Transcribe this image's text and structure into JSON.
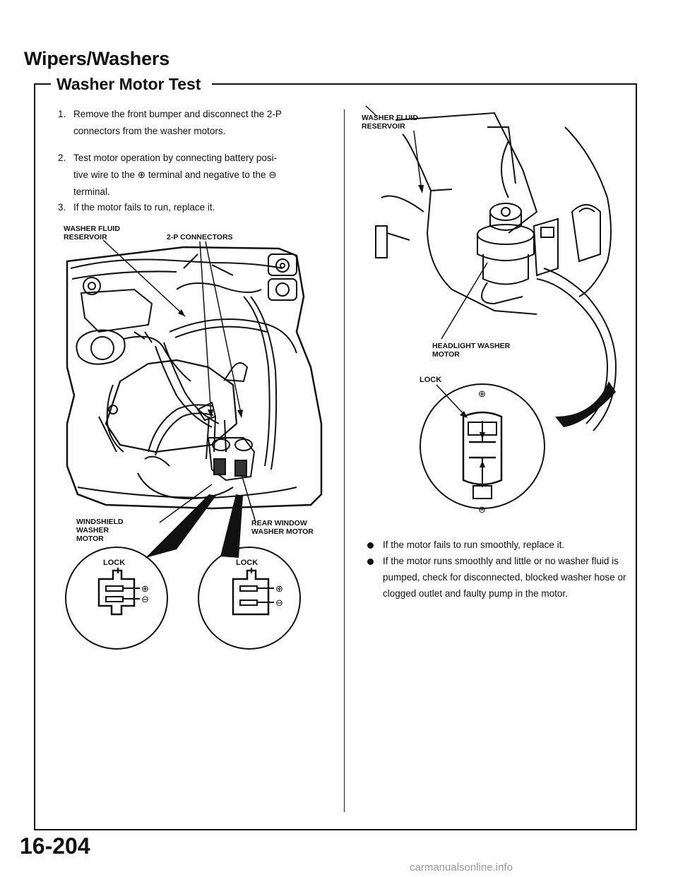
{
  "header": {
    "section_title": "Wipers/Washers",
    "subsection_title": "Washer Motor Test"
  },
  "steps": [
    {
      "num": "1.",
      "lines": [
        "Remove the front bumper and disconnect the 2-P",
        "connectors from the washer motors."
      ]
    },
    {
      "num": "2.",
      "lines": [
        "Test motor operation by connecting battery posi-",
        "tive wire to the ⊕ terminal and negative to the ⊖",
        "terminal."
      ]
    },
    {
      "num": "3.",
      "lines": [
        "If the motor fails to run, replace it."
      ]
    }
  ],
  "left_figure": {
    "label_reservoir_1": "WASHER FLUID",
    "label_reservoir_2": "RESERVOIR",
    "label_connectors": "2-P CONNECTORS",
    "label_windshield_1": "WINDSHIELD",
    "label_windshield_2": "WASHER",
    "label_windshield_3": "MOTOR",
    "label_rear_1": "REAR WINDOW",
    "label_rear_2": "WASHER MOTOR",
    "lock_left": "LOCK",
    "lock_right": "LOCK",
    "plus": "⊕",
    "minus": "⊖"
  },
  "right_figure": {
    "label_reservoir_1": "WASHER FLUID",
    "label_reservoir_2": "RESERVOIR",
    "label_headlight_1": "HEADLIGHT WASHER",
    "label_headlight_2": "MOTOR",
    "lock": "LOCK",
    "plus": "⊕",
    "minus": "⊖"
  },
  "notes": [
    "If the motor fails to run smoothly, replace it.",
    "If the motor runs smoothly and little or no washer fluid is pumped, check for disconnected, blocked washer hose or clogged outlet and faulty pump in the motor."
  ],
  "footer": {
    "page_number": "16-204",
    "url": "carmanualsonline.info"
  }
}
